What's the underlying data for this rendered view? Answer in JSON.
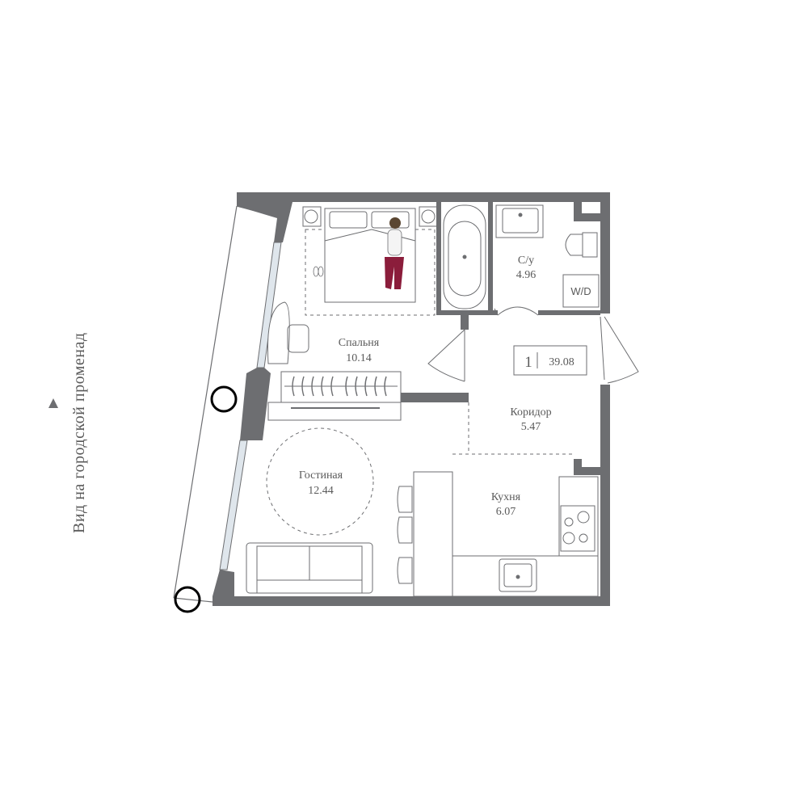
{
  "plan": {
    "view_label": "Вид на городской променад",
    "badge": {
      "rooms": "1",
      "area": "39.08"
    },
    "rooms": {
      "bedroom": {
        "name": "Спальня",
        "area": "10.14"
      },
      "bathroom": {
        "name": "С/у",
        "area": "4.96"
      },
      "corridor": {
        "name": "Коридор",
        "area": "5.47"
      },
      "living": {
        "name": "Гостиная",
        "area": "12.44"
      },
      "kitchen": {
        "name": "Кухня",
        "area": "6.07"
      }
    },
    "washer_dryer_label": "W/D",
    "colors": {
      "wall": "#6d6e71",
      "line": "#6d6e71",
      "glass": "#dfe6ec",
      "accent_figure": "#8b1d3b"
    }
  }
}
